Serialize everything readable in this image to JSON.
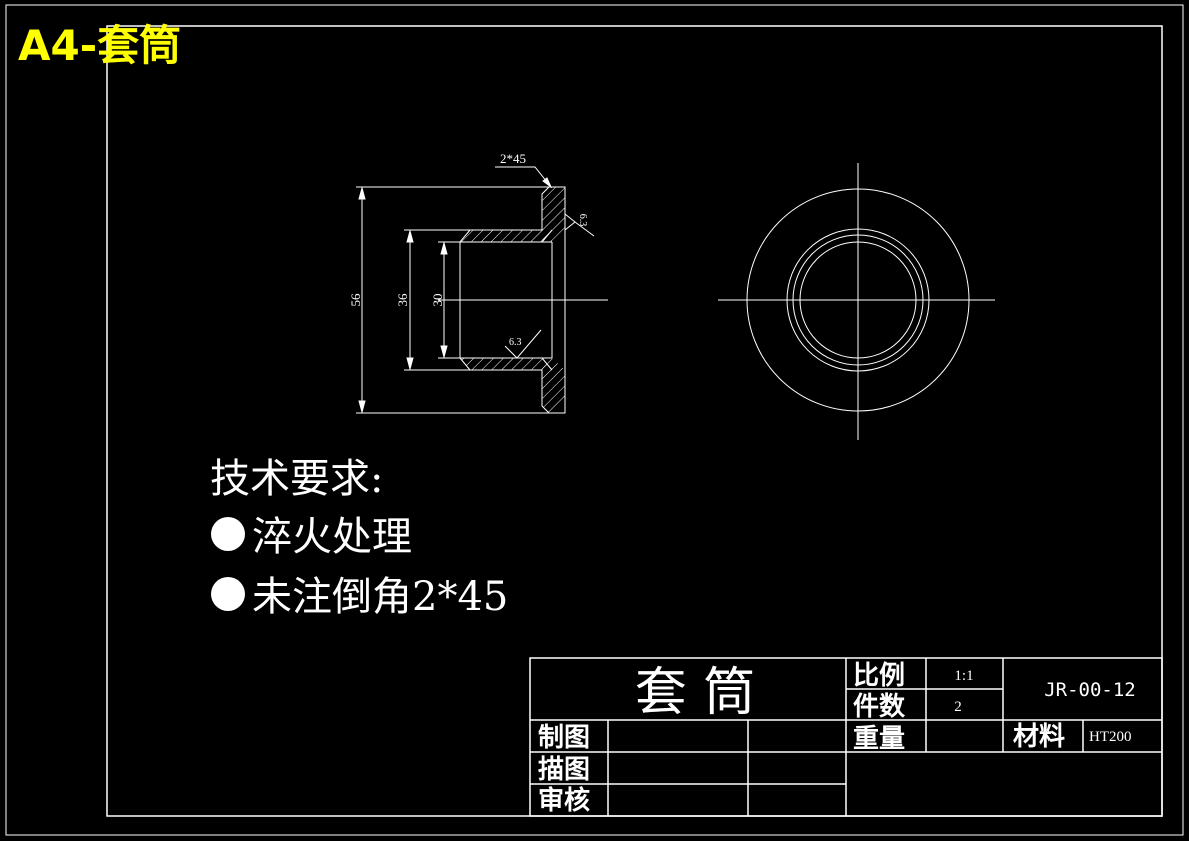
{
  "sheet_label": "A4-套筒",
  "colors": {
    "background": "#000000",
    "lines": "#ffffff",
    "sheet_label": "#ffff00"
  },
  "section_view": {
    "chamfer_callout": "2*45",
    "dim_outer": "56",
    "dim_middle": "36",
    "dim_inner": "30",
    "roughness_outer": "6.3",
    "roughness_inner": "6.3"
  },
  "tech_requirements": {
    "heading": "技术要求:",
    "items": [
      "淬火处理",
      "未注倒角2*45"
    ]
  },
  "title_block": {
    "part_name": "套 筒",
    "scale_label": "比例",
    "scale_value": "1:1",
    "quantity_label": "件数",
    "quantity_value": "2",
    "weight_label": "重量",
    "drawing_number": "JR-00-12",
    "material_label": "材料",
    "material_value": "HT200",
    "drawn_by_label": "制图",
    "traced_by_label": "描图",
    "checked_by_label": "审核"
  }
}
